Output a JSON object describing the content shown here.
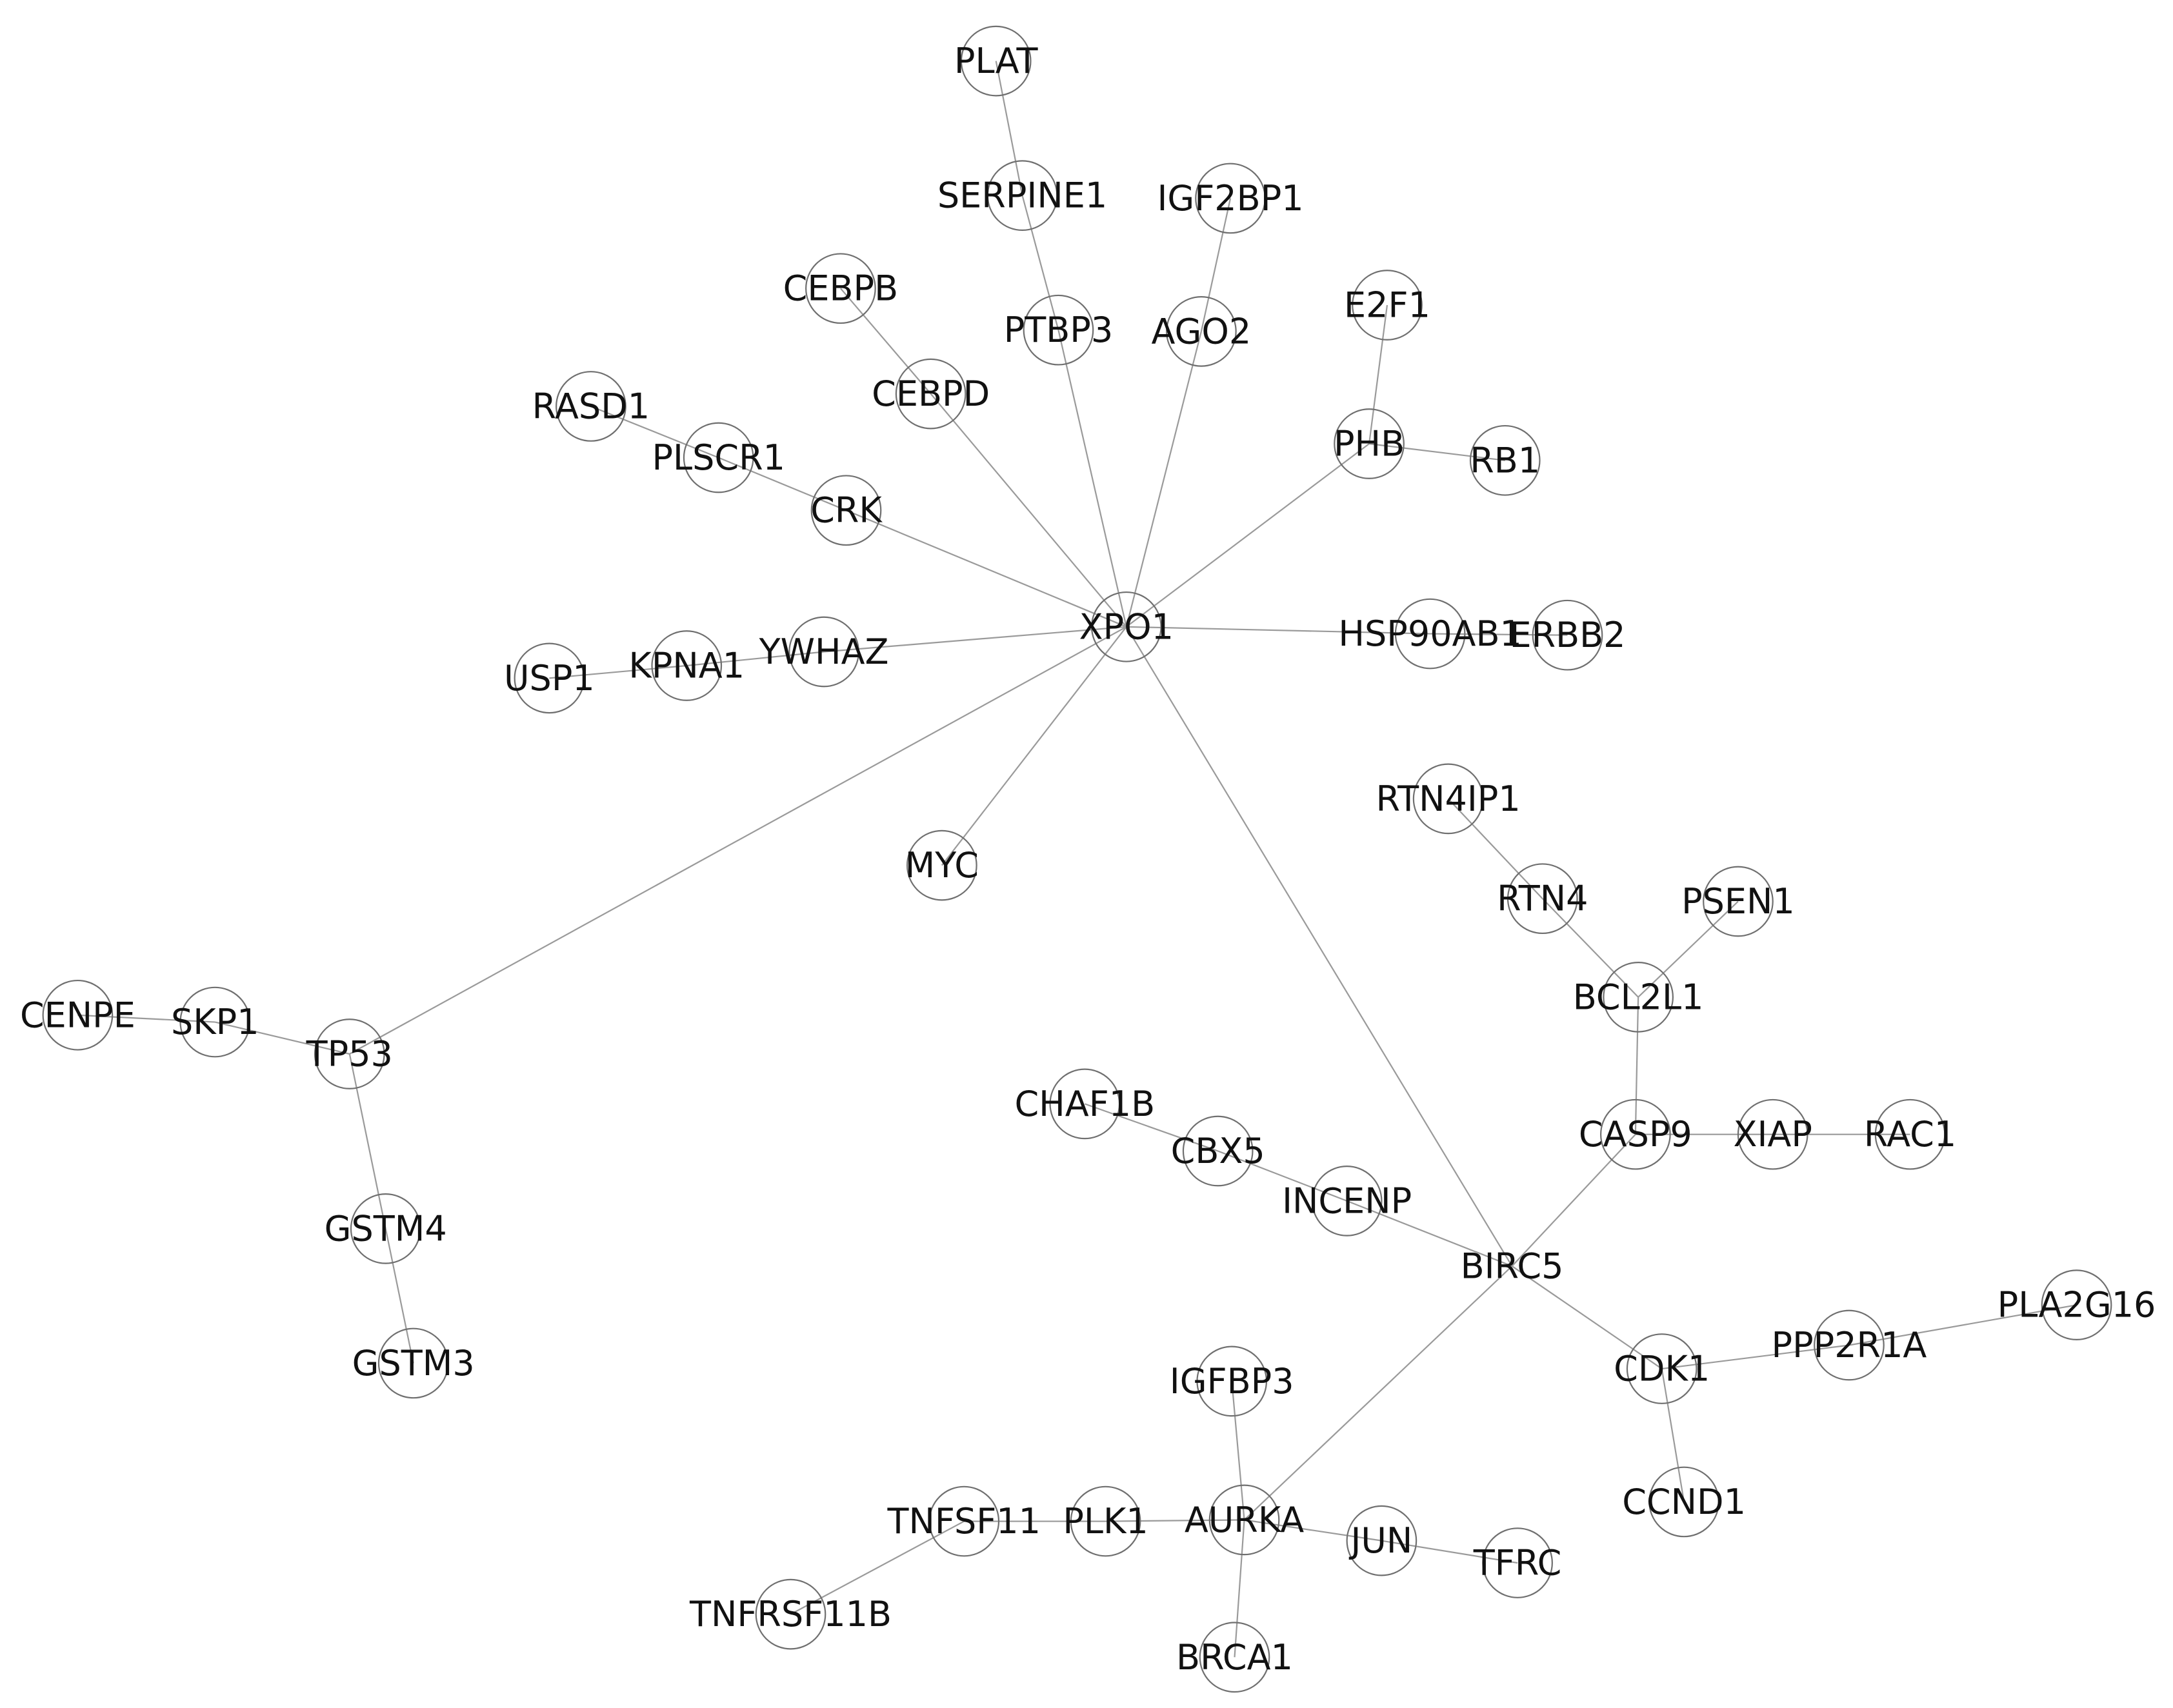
{
  "colors": {
    "edge": "#9a9a9a",
    "node_outline": "#6f6f6f",
    "label": "#111111",
    "highlight": "#e0302a"
  },
  "nodes": [
    {
      "id": "PLAT",
      "label": "PLAT"
    },
    {
      "id": "SERPINE1",
      "label": "SERPINE1"
    },
    {
      "id": "IGF2BP1",
      "label": "IGF2BP1"
    },
    {
      "id": "CEBPB",
      "label": "CEBPB"
    },
    {
      "id": "PTBP3",
      "label": "PTBP3"
    },
    {
      "id": "AGO2",
      "label": "AGO2"
    },
    {
      "id": "E2F1",
      "label": "E2F1"
    },
    {
      "id": "CEBPD",
      "label": "CEBPD"
    },
    {
      "id": "RASD1",
      "label": "RASD1"
    },
    {
      "id": "PLSCR1",
      "label": "PLSCR1"
    },
    {
      "id": "PHB",
      "label": "PHB"
    },
    {
      "id": "RB1",
      "label": "RB1"
    },
    {
      "id": "CRK",
      "label": "CRK"
    },
    {
      "id": "XPO1",
      "label": "XPO1"
    },
    {
      "id": "HSP90AB1",
      "label": "HSP90AB1"
    },
    {
      "id": "ERBB2",
      "label": "ERBB2"
    },
    {
      "id": "YWHAZ",
      "label": "YWHAZ"
    },
    {
      "id": "KPNA1",
      "label": "KPNA1"
    },
    {
      "id": "USP1",
      "label": "USP1"
    },
    {
      "id": "RTN4IP1",
      "label": "RTN4IP1"
    },
    {
      "id": "MYC",
      "label": "MYC"
    },
    {
      "id": "RTN4",
      "label": "RTN4"
    },
    {
      "id": "PSEN1",
      "label": "PSEN1"
    },
    {
      "id": "BCL2L1",
      "label": "BCL2L1"
    },
    {
      "id": "CENPE",
      "label": "CENPE"
    },
    {
      "id": "SKP1",
      "label": "SKP1"
    },
    {
      "id": "TP53",
      "label": "TP53"
    },
    {
      "id": "CHAF1B",
      "label": "CHAF1B"
    },
    {
      "id": "CBX5",
      "label": "CBX5"
    },
    {
      "id": "CASP9",
      "label": "CASP9"
    },
    {
      "id": "XIAP",
      "label": "XIAP"
    },
    {
      "id": "RAC1",
      "label": "RAC1"
    },
    {
      "id": "INCENP",
      "label": "INCENP"
    },
    {
      "id": "GSTM4",
      "label": "GSTM4"
    },
    {
      "id": "BIRC5",
      "label": "BIRC5",
      "highlight": true
    },
    {
      "id": "PLA2G16",
      "label": "PLA2G16"
    },
    {
      "id": "PPP2R1A",
      "label": "PPP2R1A"
    },
    {
      "id": "GSTM3",
      "label": "GSTM3"
    },
    {
      "id": "CDK1",
      "label": "CDK1"
    },
    {
      "id": "IGFBP3",
      "label": "IGFBP3"
    },
    {
      "id": "CCND1",
      "label": "CCND1"
    },
    {
      "id": "TNFSF11",
      "label": "TNFSF11"
    },
    {
      "id": "PLK1",
      "label": "PLK1"
    },
    {
      "id": "AURKA",
      "label": "AURKA"
    },
    {
      "id": "JUN",
      "label": "JUN"
    },
    {
      "id": "TFRC",
      "label": "TFRC"
    },
    {
      "id": "TNFRSF11B",
      "label": "TNFRSF11B"
    },
    {
      "id": "BRCA1",
      "label": "BRCA1"
    }
  ],
  "edges": [
    [
      "PLAT",
      "SERPINE1"
    ],
    [
      "SERPINE1",
      "PTBP3"
    ],
    [
      "PTBP3",
      "XPO1"
    ],
    [
      "IGF2BP1",
      "AGO2"
    ],
    [
      "AGO2",
      "XPO1"
    ],
    [
      "CEBPB",
      "CEBPD"
    ],
    [
      "CEBPD",
      "XPO1"
    ],
    [
      "RASD1",
      "PLSCR1"
    ],
    [
      "PLSCR1",
      "CRK"
    ],
    [
      "CRK",
      "XPO1"
    ],
    [
      "E2F1",
      "PHB"
    ],
    [
      "PHB",
      "RB1"
    ],
    [
      "PHB",
      "XPO1"
    ],
    [
      "XPO1",
      "HSP90AB1"
    ],
    [
      "HSP90AB1",
      "ERBB2"
    ],
    [
      "XPO1",
      "YWHAZ"
    ],
    [
      "YWHAZ",
      "KPNA1"
    ],
    [
      "KPNA1",
      "USP1"
    ],
    [
      "XPO1",
      "MYC"
    ],
    [
      "XPO1",
      "TP53"
    ],
    [
      "XPO1",
      "BIRC5"
    ],
    [
      "CENPE",
      "SKP1"
    ],
    [
      "SKP1",
      "TP53"
    ],
    [
      "TP53",
      "GSTM4"
    ],
    [
      "GSTM4",
      "GSTM3"
    ],
    [
      "RTN4IP1",
      "RTN4"
    ],
    [
      "RTN4",
      "BCL2L1"
    ],
    [
      "PSEN1",
      "BCL2L1"
    ],
    [
      "BCL2L1",
      "CASP9"
    ],
    [
      "CASP9",
      "XIAP"
    ],
    [
      "XIAP",
      "RAC1"
    ],
    [
      "CASP9",
      "BIRC5"
    ],
    [
      "CHAF1B",
      "CBX5"
    ],
    [
      "CBX5",
      "INCENP"
    ],
    [
      "INCENP",
      "BIRC5"
    ],
    [
      "BIRC5",
      "CDK1"
    ],
    [
      "CDK1",
      "PPP2R1A"
    ],
    [
      "PPP2R1A",
      "PLA2G16"
    ],
    [
      "CDK1",
      "CCND1"
    ],
    [
      "BIRC5",
      "AURKA"
    ],
    [
      "IGFBP3",
      "AURKA"
    ],
    [
      "PLK1",
      "AURKA"
    ],
    [
      "TNFSF11",
      "PLK1"
    ],
    [
      "TNFSF11",
      "TNFRSF11B"
    ],
    [
      "AURKA",
      "JUN"
    ],
    [
      "JUN",
      "TFRC"
    ],
    [
      "AURKA",
      "BRCA1"
    ]
  ]
}
